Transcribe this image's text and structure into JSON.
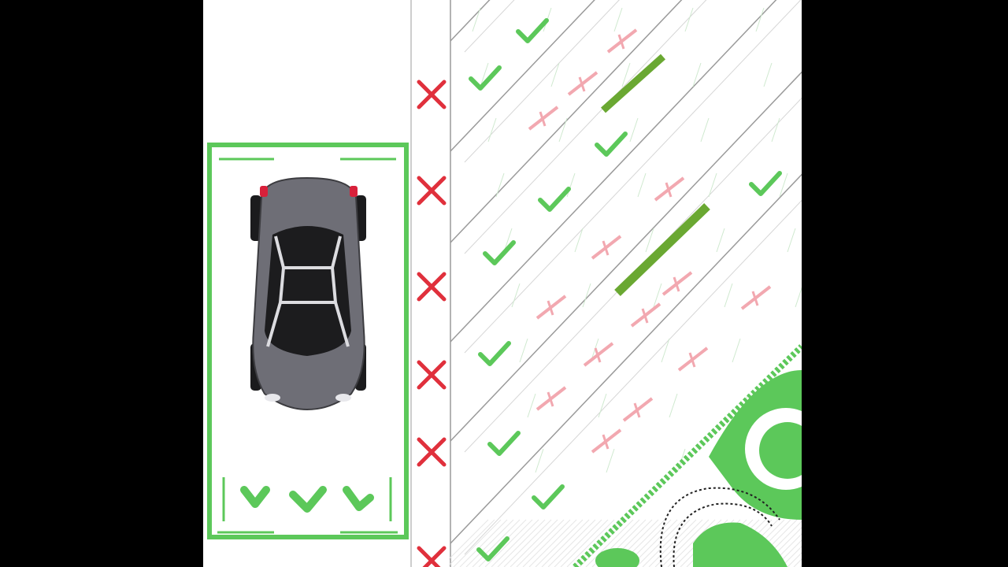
{
  "colors": {
    "background_bars": "#000000",
    "canvas": "#ffffff",
    "valid_green": "#5cc85a",
    "invalid_red": "#e0303c",
    "dark_green": "#6aa832",
    "car_body": "#6e6e76",
    "car_glass": "#1c1c1e"
  },
  "icons": {
    "valid": "checkmark-icon",
    "invalid": "x-cross-icon",
    "vehicle": "car-topview-icon"
  },
  "legend_row_marks": [
    "invalid",
    "invalid",
    "invalid",
    "invalid",
    "invalid",
    "invalid"
  ],
  "highlighted_bay_marks": [
    "valid",
    "valid",
    "valid"
  ]
}
